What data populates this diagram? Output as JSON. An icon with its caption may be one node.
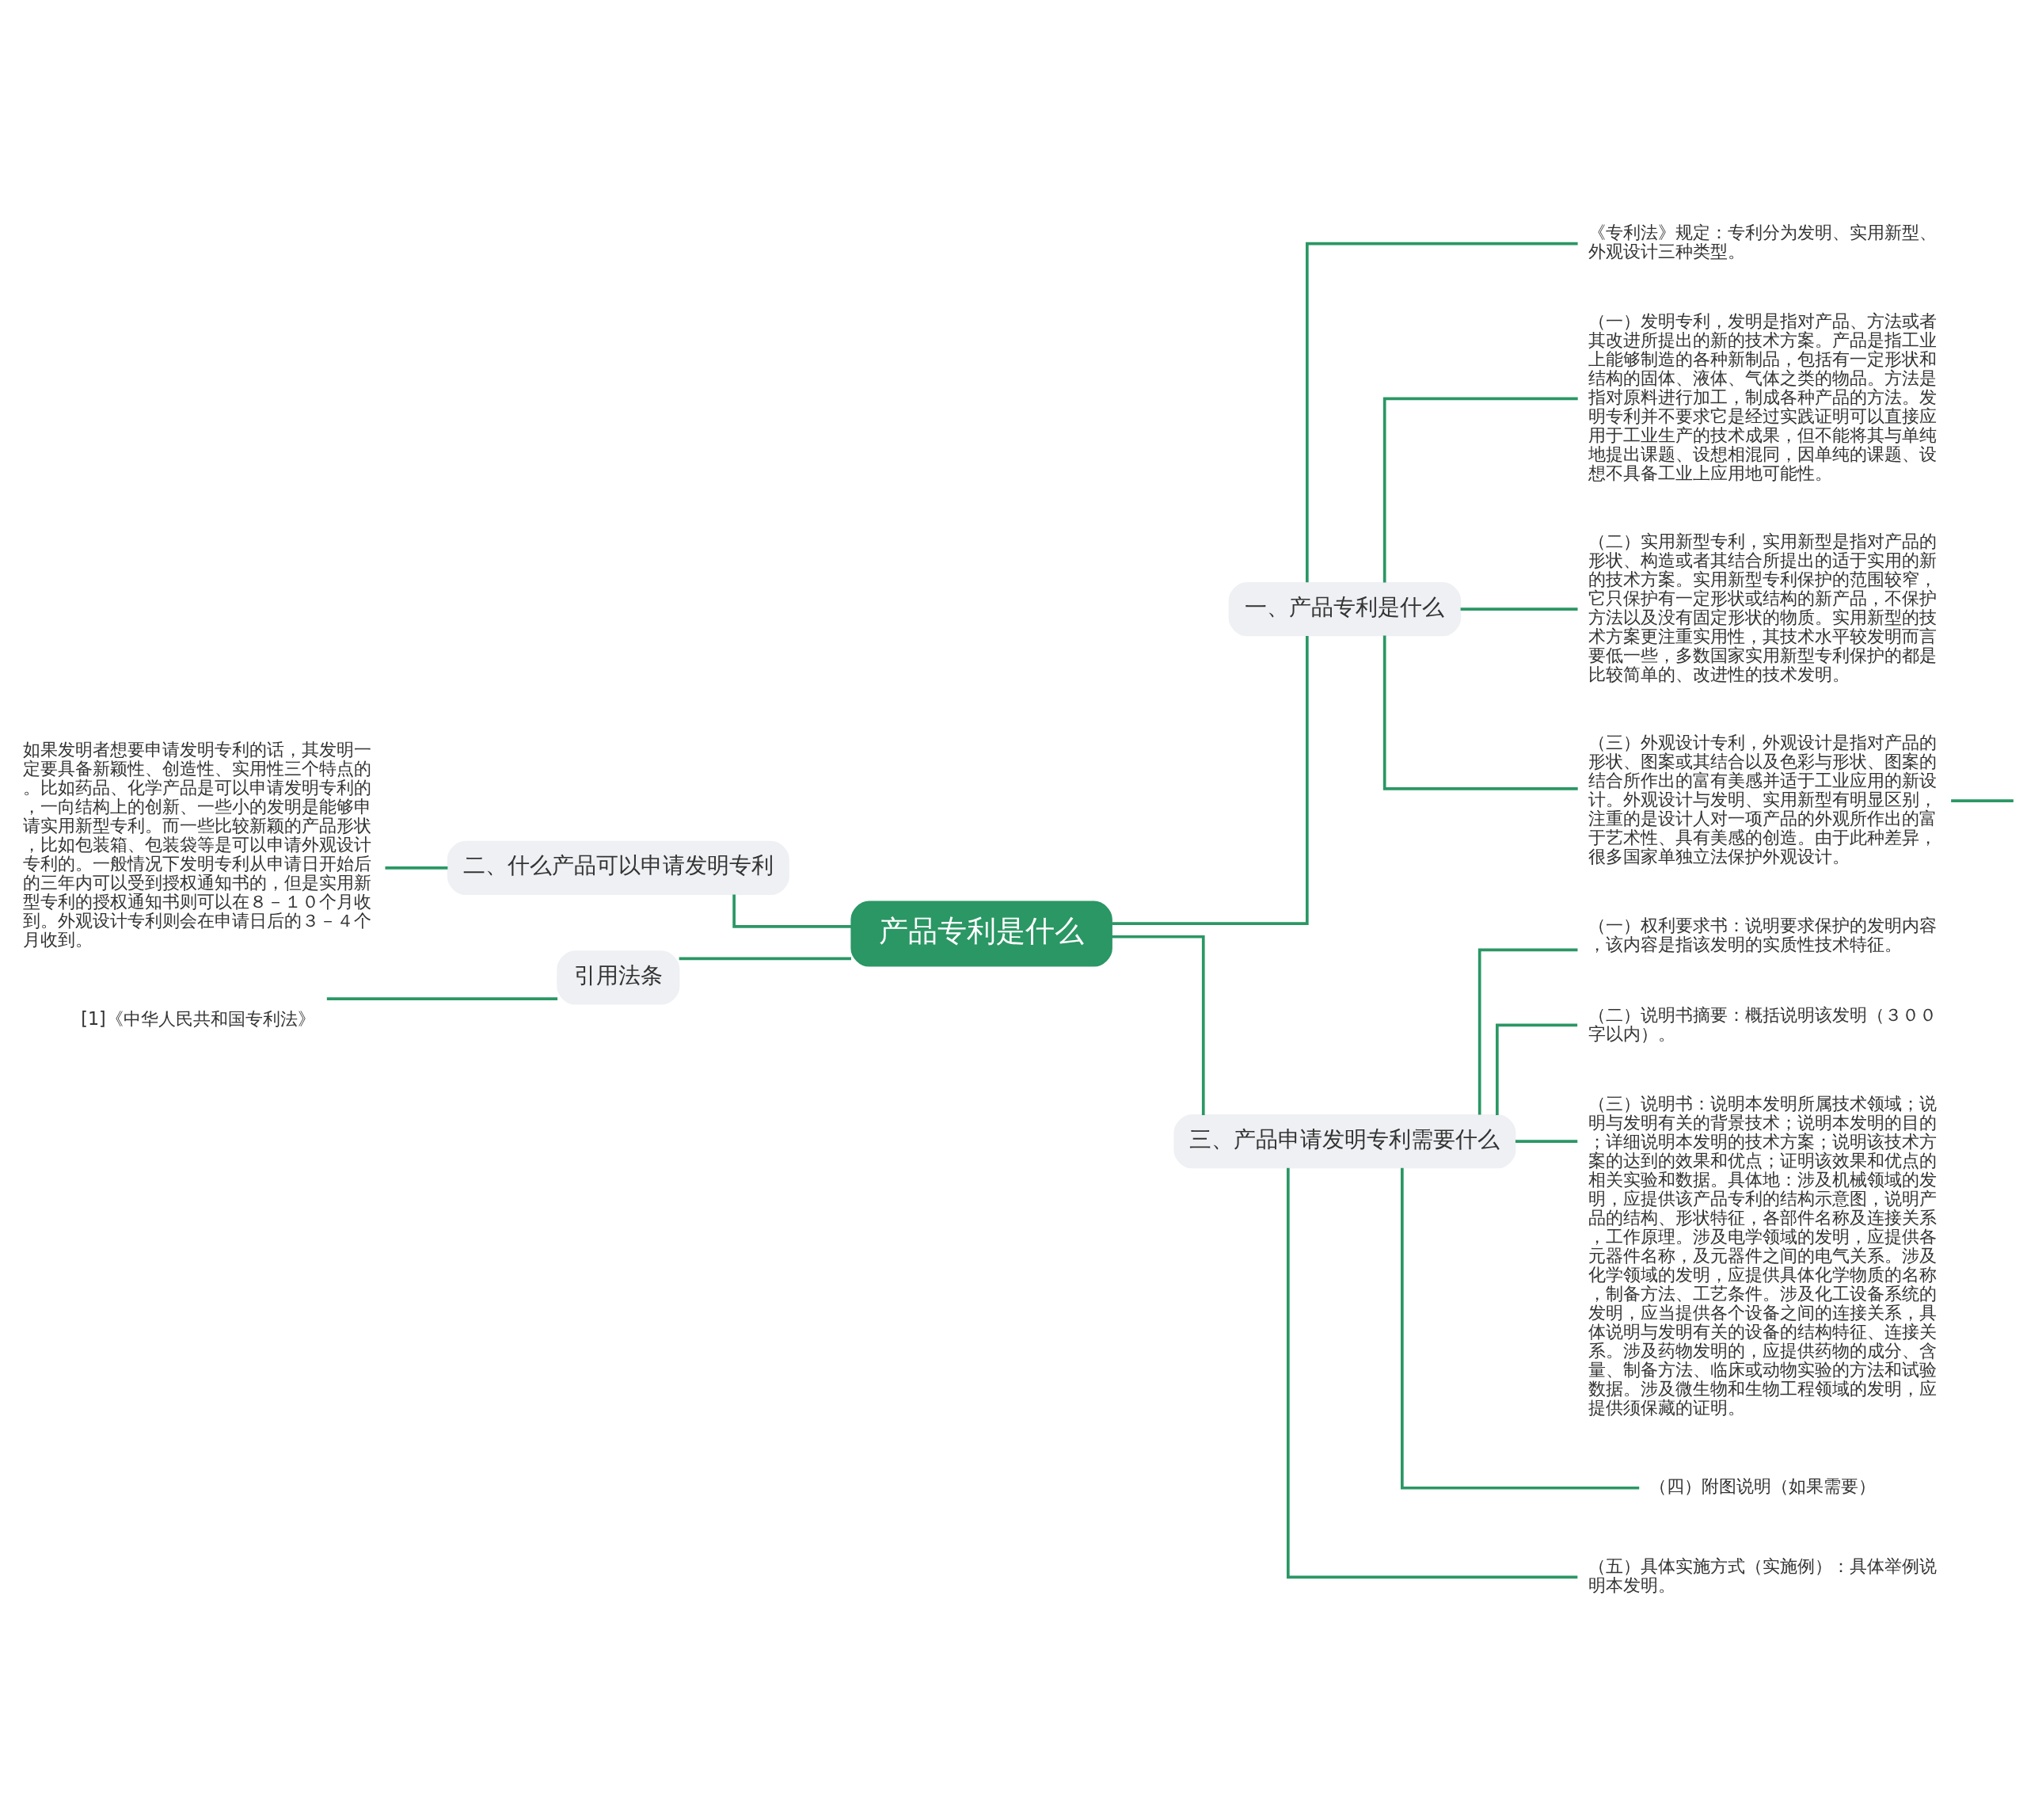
{
  "diagram": {
    "nodes": [
      {
        "text": [
          "产品专利是什么"
        ]
      },
      {
        "text": [
          "一、产品专利是什么"
        ]
      },
      {
        "text": [
          "《专利法》规定：专利分为发明、实用新型、外观设计三种类型。"
        ]
      },
      {
        "text": [
          "（一）发明专利，发明是指对产品、方法或者其改进所提出的新的技术方案。产品是指工业上能够制造的各种新制品，包括有一定形状和结构的固体、液体、气体之类的物品。方法是指对原料进行加工，制成各种产品的方法。发明专利并不要求它是经过实践证明可以直接应用于工业生产的技术成果，但不能将其与单纯地提出课题、设想相混同，因单纯的课题、设想不具备工业上应用地可能性。"
        ]
      },
      {
        "text": [
          "（二）实用新型专利，实用新型是指对产品的形状、构造或者其结合所提出的适于实用的新的技术方案。实用新型专利保护的范围较窄，它只保护有一定形状或结构的新产品，不保护方法以及没有固定形状的物质。实用新型的技术方案更注重实用性，其技术水平较发明而言要低一些，多数国家实用新型专利保护的都是比较简单的、改进性的技术发明。"
        ]
      },
      {
        "text": [
          "（三）外观设计专利，外观设计是指对产品的形状、图案或其结合以及色彩与形状、图案的结合所作出的富有美感并适于工业应用的新设计。外观设计与发明、实用新型有明显区别，注重的是设计人对一项产品的外观所作出的富于艺术性、具有美感的创造。由于此种差异，很多国家单独立法保护外观设计。"
        ]
      },
      {
        "text": [
          "三、产品申请发明专利需要什么"
        ]
      },
      {
        "text": [
          "（一）权利要求书：说明要求保护的发明内容，该内容是指该发明的实质性技术特征。"
        ]
      },
      {
        "text": [
          "（二）说明书摘要：概括说明该发明（３００字以内）。"
        ]
      },
      {
        "text": [
          "（三）说明书：说明本发明所属技术领域；说明与发明有关的背景技术；说明本发明的目的；详细说明本发明的技术方案；说明该技术方案的达到的效果和优点；证明该效果和优点的相关实验和数据。具体地：涉及机械领域的发明，应提供该产品专利的结构示意图，说明产品的结构、形状特征，各部件名称及连接关系，工作原理。涉及电学领域的发明，应提供各元器件名称，及元器件之间的电气关系。涉及化学领域的发明，应提供具体化学物质的名称，制备方法、工艺条件。涉及化工设备系统的发明，应当提供各个设备之间的连接关系，具体说明与发明有关的设备的结构特征、连接关系。涉及药物发明的，应提供药物的成分、含量、制备方法、临床或动物实验的方法和试验数据。涉及微生物和生物工程领域的发明，应提供须保藏的证明。"
        ]
      },
      {
        "text": [
          "（四）附图说明（如果需要）"
        ]
      },
      {
        "text": [
          "（五）具体实施方式（实施例）：具体举例说明本发明。"
        ]
      },
      {
        "text": [
          "二、什么产品可以申请发明专利"
        ]
      },
      {
        "text": [
          "如果发明者想要申请发明专利的话，其发明一定要具备新颖性、创造性、实用性三个特点的。比如药品、化学产品是可以申请发明专利的，一向结构上的创新、一些小的发明是能够申请实用新型专利。而一些比较新颖的产品形状，比如包装箱、包装袋等是可以申请外观设计专利的。一般情况下发明专利从申请日开始后的三年内可以受到授权通知书的，但是实用新型专利的授权通知书则可以在８－１０个月收到。外观设计专利则会在申请日后的３－４个月收到。"
        ]
      },
      {
        "text": [
          "引用法条"
        ]
      },
      {
        "text": [
          "[1]《中华人民共和国专利法》"
        ]
      }
    ],
    "edges": [
      {
        "from": 0,
        "to": 1,
        "arrow": "none"
      },
      {
        "from": 1,
        "to": 2,
        "arrow": "none"
      },
      {
        "from": 1,
        "to": 3,
        "arrow": "none"
      },
      {
        "from": 1,
        "to": 4,
        "arrow": "none"
      },
      {
        "from": 1,
        "to": 5,
        "arrow": "none"
      },
      {
        "from": 5,
        "to": null,
        "arrow": "none"
      },
      {
        "from": 0,
        "to": 6,
        "arrow": "none"
      },
      {
        "from": 6,
        "to": 7,
        "arrow": "none"
      },
      {
        "from": 6,
        "to": 8,
        "arrow": "none"
      },
      {
        "from": 6,
        "to": 9,
        "arrow": "none"
      },
      {
        "from": 6,
        "to": 10,
        "arrow": "none"
      },
      {
        "from": 6,
        "to": 11,
        "arrow": "none"
      },
      {
        "from": 0,
        "to": 12,
        "arrow": "none"
      },
      {
        "from": 12,
        "to": 13,
        "arrow": "none"
      },
      {
        "from": 0,
        "to": 14,
        "arrow": "none"
      },
      {
        "from": 14,
        "to": 15,
        "arrow": "none"
      }
    ]
  }
}
